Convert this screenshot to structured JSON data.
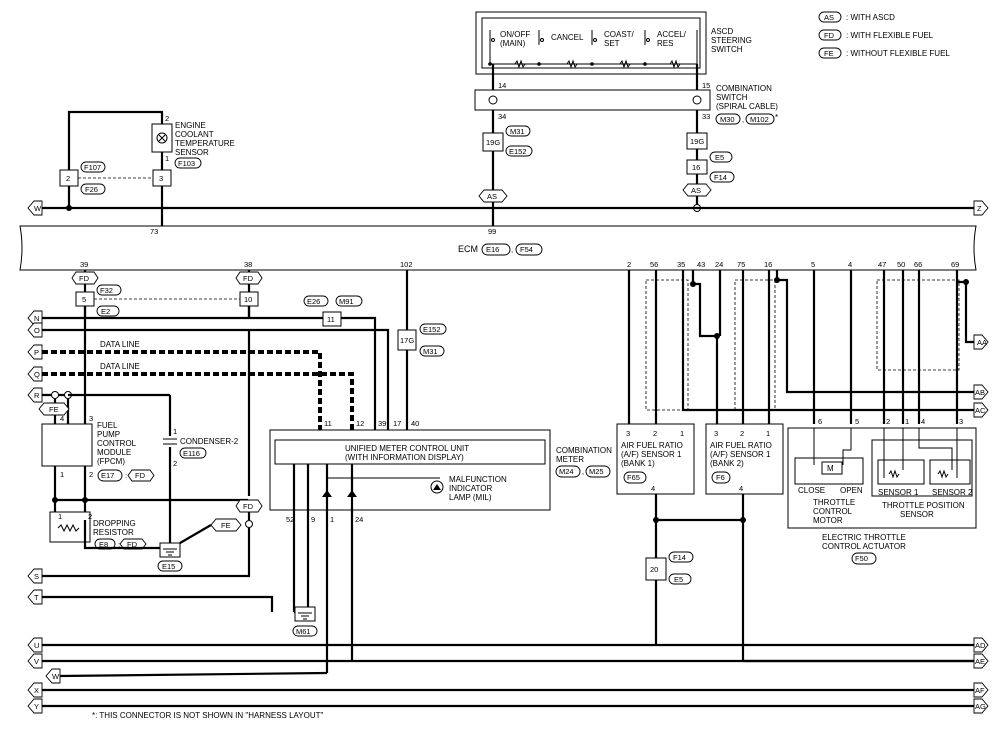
{
  "legend": {
    "items": [
      {
        "code": "AS",
        "label": ": WITH ASCD"
      },
      {
        "code": "FD",
        "label": ": WITH FLEXIBLE FUEL"
      },
      {
        "code": "FE",
        "label": ": WITHOUT FLEXIBLE FUEL"
      }
    ]
  },
  "ascd": {
    "title_lines": [
      "ASCD",
      "STEERING",
      "SWITCH"
    ],
    "switches": [
      {
        "lines": [
          "ON/OFF",
          "(MAIN)"
        ]
      },
      {
        "lines": [
          "CANCEL"
        ]
      },
      {
        "lines": [
          "COAST/",
          "SET"
        ]
      },
      {
        "lines": [
          "ACCEL/",
          "RES"
        ]
      }
    ]
  },
  "combination_switch": {
    "title_lines": [
      "COMBINATION",
      "SWITCH",
      "(SPIRAL CABLE)"
    ],
    "connectors": [
      "M30",
      "M102"
    ],
    "star": "*",
    "pins": [
      "14",
      "15",
      "34",
      "33"
    ]
  },
  "splice_left": {
    "pin": "19G",
    "connectors": [
      "M31",
      "E152"
    ]
  },
  "splice_right": {
    "pin": "16",
    "connectors": [
      "E5",
      "F14"
    ],
    "pin_top": "19G"
  },
  "ect": {
    "title_lines": [
      "ENGINE",
      "COOLANT",
      "TEMPERATURE",
      "SENSOR"
    ],
    "connector": "F103",
    "pins": [
      "2",
      "1"
    ]
  },
  "joint_top": {
    "pins": [
      "2",
      "3"
    ],
    "connectors": [
      "F107",
      "F26"
    ]
  },
  "ecm": {
    "label": "ECM",
    "connectors": [
      "E16",
      "F54"
    ],
    "top_pins": [
      "73",
      "99"
    ],
    "bottom_pins": [
      "39",
      "38",
      "102",
      "2",
      "56",
      "35",
      "43",
      "24",
      "75",
      "16",
      "5",
      "4",
      "47",
      "50",
      "66",
      "69"
    ]
  },
  "mid_connectors": {
    "f32": {
      "pin": "5",
      "connectors": [
        "F32",
        "E2"
      ]
    },
    "right": {
      "pin": "10"
    },
    "e26": {
      "pin": "11",
      "connectors": [
        "E26",
        "M91"
      ]
    },
    "e152": {
      "pin": "17G",
      "connectors": [
        "E152",
        "M31"
      ]
    }
  },
  "data_lines": [
    "DATA LINE",
    "DATA LINE"
  ],
  "fpcm": {
    "title_lines": [
      "FUEL",
      "PUMP",
      "CONTROL",
      "MODULE",
      "(FPCM)"
    ],
    "connectors": [
      "E17",
      "FD"
    ],
    "pins": [
      "4",
      "3",
      "1",
      "2"
    ]
  },
  "condenser": {
    "label": "CONDENSER-2",
    "connector": "E116",
    "pins": [
      "1",
      "2"
    ]
  },
  "dropping": {
    "title_lines": [
      "DROPPING",
      "RESISTOR"
    ],
    "connectors": [
      "E8",
      "FD"
    ],
    "pins": [
      "1",
      "2"
    ]
  },
  "grounds": {
    "left": "E15",
    "meter": "M61"
  },
  "meter": {
    "title_lines": [
      "UNIFIED METER CONTROL UNIT",
      "(WITH INFORMATION DISPLAY)"
    ],
    "top_pins": [
      "11",
      "12",
      "39",
      "17",
      "40"
    ],
    "bottom_pins": [
      "52",
      "9",
      "1",
      "24"
    ],
    "mil_lines": [
      "MALFUNCTION",
      "INDICATOR",
      "LAMP (MIL)"
    ],
    "combination_meter_lines": [
      "COMBINATION",
      "METER"
    ],
    "connectors": [
      "M24",
      "M25"
    ]
  },
  "af1": {
    "title_lines": [
      "AIR FUEL RATIO",
      "(A/F) SENSOR 1",
      "(BANK 1)"
    ],
    "connector": "F65",
    "pins": [
      "3",
      "2",
      "1",
      "4"
    ]
  },
  "af2": {
    "title_lines": [
      "AIR FUEL RATIO",
      "(A/F) SENSOR 1",
      "(BANK 2)"
    ],
    "connector": "F6",
    "pins": [
      "3",
      "2",
      "1",
      "4"
    ]
  },
  "splice_af": {
    "pin": "20",
    "connectors": [
      "F14",
      "E5"
    ]
  },
  "throttle": {
    "pins": [
      "6",
      "5",
      "2",
      "1",
      "4",
      "3"
    ],
    "motor_label": "M",
    "close": "CLOSE",
    "open": "OPEN",
    "motor_lines": [
      "THROTTLE",
      "CONTROL",
      "MOTOR"
    ],
    "position_lines": [
      "THROTTLE POSITION",
      "SENSOR"
    ],
    "sensor1": "SENSOR 1",
    "sensor2": "SENSOR 2",
    "actuator_lines": [
      "ELECTRIC THROTTLE",
      "CONTROL ACTUATOR"
    ],
    "connector": "F50"
  },
  "left_letters": [
    "W",
    "N",
    "O",
    "P",
    "Q",
    "R",
    "S",
    "T",
    "U",
    "V",
    "W",
    "X",
    "Y"
  ],
  "right_letters": [
    "Z",
    "AA",
    "AB",
    "AC",
    "AD",
    "AE",
    "AF",
    "AG"
  ],
  "footnote": "*: THIS CONNECTOR IS NOT SHOWN IN \"HARNESS LAYOUT\""
}
